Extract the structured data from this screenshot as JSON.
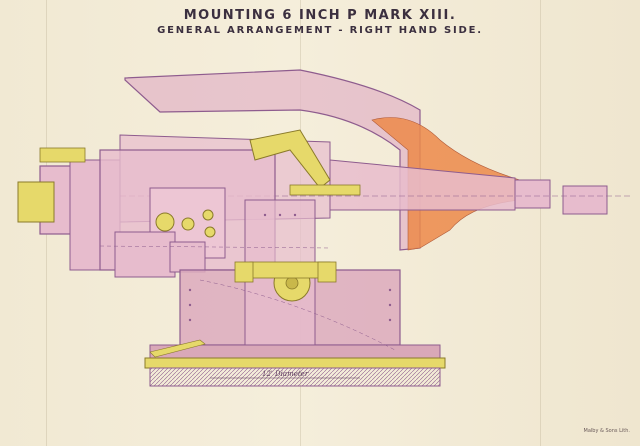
{
  "drawing": {
    "title": "MOUNTING 6 INCH P MARK XIII.",
    "subtitle": "GENERAL ARRANGEMENT - RIGHT HAND SIDE.",
    "dimension_label": "12' Diameter",
    "printer_imprint": "Malby & Sons Lith."
  },
  "colors": {
    "paper": "#f3ecd8",
    "steel_pink": "#e7bccd",
    "outline_purple": "#8e5c8e",
    "brass_yellow": "#e6d96a",
    "shield_orange": "#ec8a4a",
    "base_pink": "#d9a8b8"
  }
}
